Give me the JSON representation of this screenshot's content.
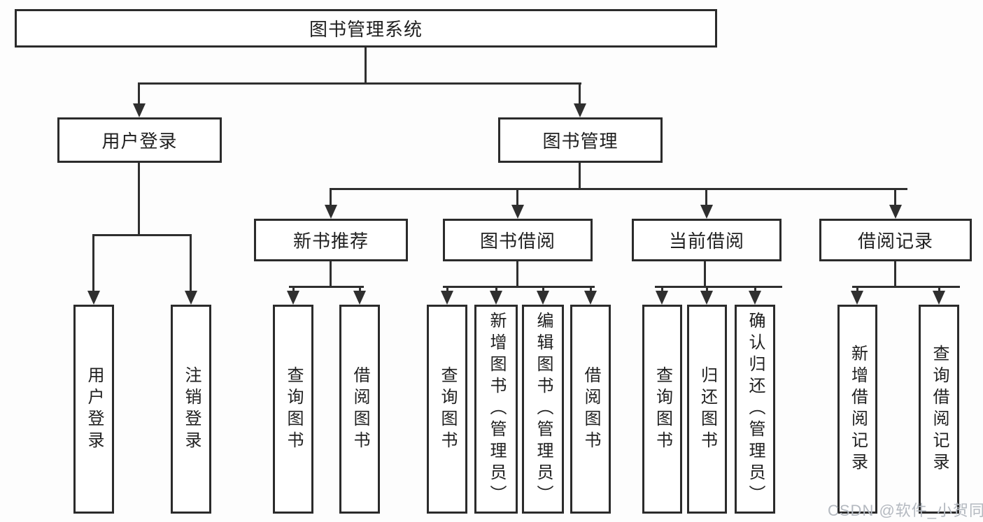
{
  "colors": {
    "line": "#2f2f2f",
    "box_border": "#2b2b2b",
    "text": "#1f1f1f",
    "watermark": "#b4b9c0",
    "background": "#fdfdfd"
  },
  "diagram": {
    "root": "图书管理系统",
    "level2": {
      "user_login": "用户登录",
      "book_management": "图书管理"
    },
    "level3": {
      "new_book_recommendation": "新书推荐",
      "book_borrowing": "图书借阅",
      "current_borrowing": "当前借阅",
      "borrowing_records": "借阅记录"
    },
    "leaves": [
      "用户登录",
      "注销登录",
      "查询图书",
      "借阅图书",
      "查询图书",
      "新增图书（管理员）",
      "编辑图书（管理员）",
      "借阅图书",
      "查询图书",
      "归还图书",
      "确认归还（管理员）",
      "新增借阅记录",
      "查询借阅记录"
    ]
  },
  "watermark": "CSDN @软件_小贺同学"
}
